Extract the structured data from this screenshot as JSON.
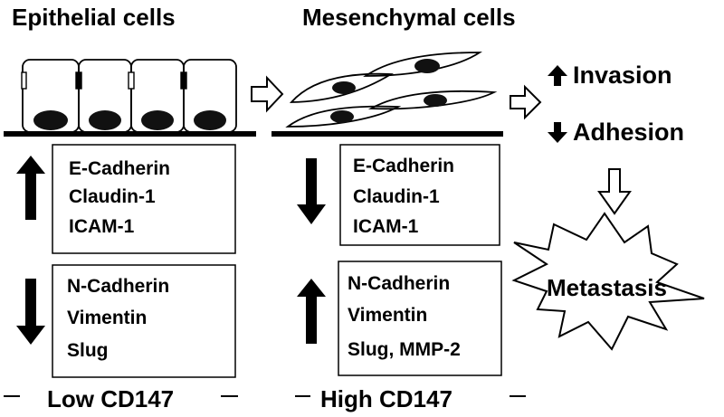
{
  "titles": {
    "epithelial": "Epithelial cells",
    "mesenchymal": "Mesenchymal cells"
  },
  "effects": {
    "invasion": "Invasion",
    "adhesion": "Adhesion"
  },
  "outcome": "Metastasis",
  "low_panel": {
    "footer": "Low CD147",
    "upregulated": [
      "E-Cadherin",
      "Claudin-1",
      "ICAM-1"
    ],
    "downregulated": [
      "N-Cadherin",
      "Vimentin",
      "Slug"
    ]
  },
  "high_panel": {
    "footer": "High CD147",
    "downregulated": [
      "E-Cadherin",
      "Claudin-1",
      "ICAM-1"
    ],
    "upregulated": [
      "N-Cadherin",
      "Vimentin",
      "Slug, MMP-2"
    ]
  }
}
